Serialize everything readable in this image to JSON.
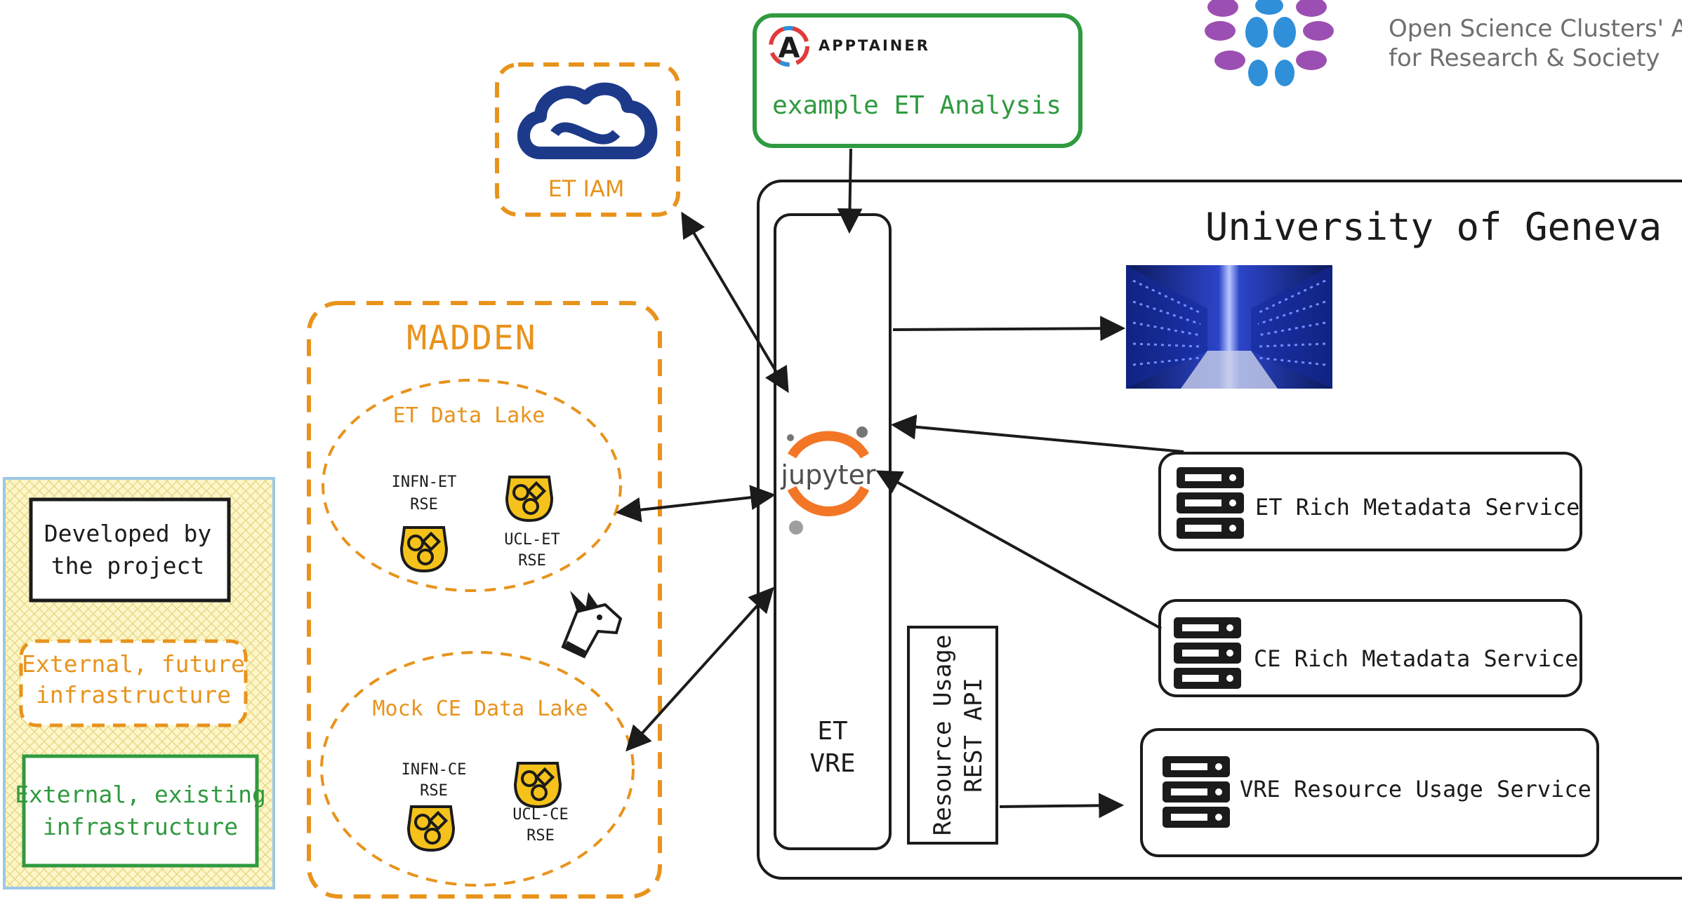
{
  "header": {
    "org_line1": "Open Science Clusters' Ac",
    "org_line2": "for Research & Society"
  },
  "apptainer": {
    "brand": "APPTAINER",
    "label": "example ET Analysis"
  },
  "iam": {
    "label": "ET IAM"
  },
  "madden": {
    "title": "MADDEN",
    "lake1": {
      "title": "ET Data Lake",
      "rse1_l1": "INFN-ET",
      "rse1_l2": "RSE",
      "rse2_l1": "UCL-ET",
      "rse2_l2": "RSE"
    },
    "lake2": {
      "title": "Mock CE Data Lake",
      "rse1_l1": "INFN-CE",
      "rse1_l2": "RSE",
      "rse2_l1": "UCL-CE",
      "rse2_l2": "RSE"
    }
  },
  "legend": {
    "developed_l1": "Developed by",
    "developed_l2": "the project",
    "future_l1": "External, future",
    "future_l2": "infrastructure",
    "existing_l1": "External, existing",
    "existing_l2": "infrastructure"
  },
  "geneva": {
    "title": "University of Geneva",
    "vre_l1": "ET",
    "vre_l2": "VRE",
    "jupyter": "jupyter",
    "api_l1": "Resource Usage",
    "api_l2": "REST API",
    "svc1": "ET Rich Metadata Service",
    "svc2": "CE Rich Metadata Service",
    "svc3": "VRE Resource Usage Service"
  },
  "colors": {
    "orange": "#e8931c",
    "green": "#2f9a3f",
    "dark": "#1b1b1b",
    "legend_bg": "#fdf6c8",
    "legend_border": "#9cc8e6"
  },
  "icons": [
    "cloud-infinity-icon",
    "apptainer-logo-icon",
    "rucio-rse-icon",
    "server-stack-icon",
    "datacenter-image",
    "jupyter-logo-icon",
    "donkey-icon",
    "org-logo-dots-icon"
  ]
}
